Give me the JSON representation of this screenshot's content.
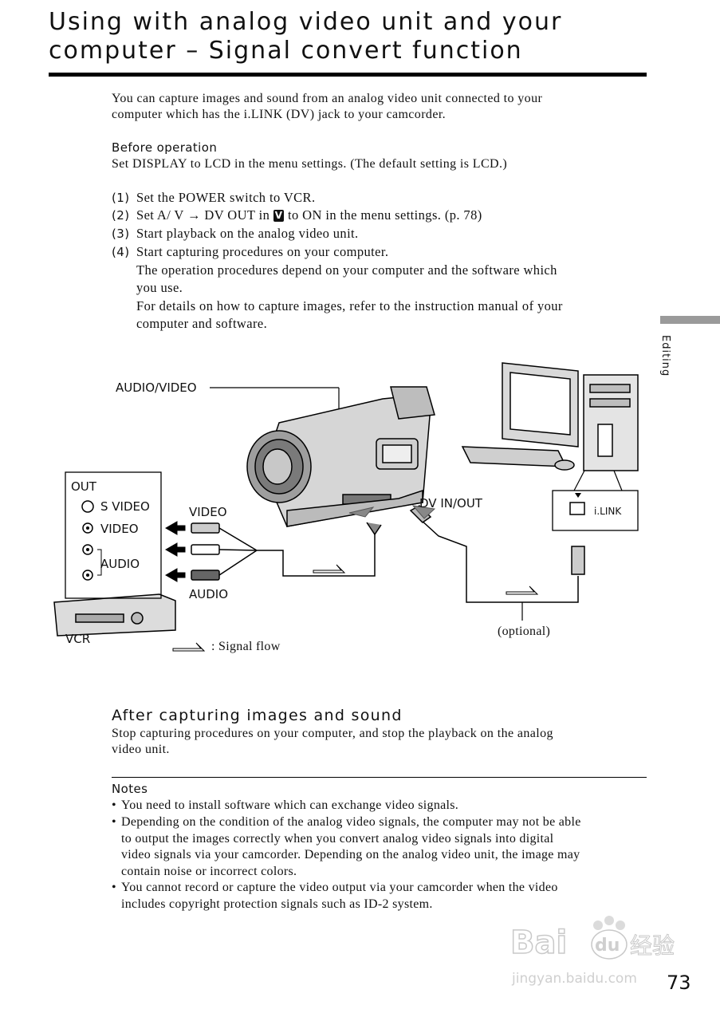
{
  "title": {
    "line1": "Using with analog video unit and your",
    "line2": "computer – Signal convert function"
  },
  "intro": {
    "line1": "You can capture images and sound from an analog video unit connected to your",
    "line2": "computer which has the i.LINK (DV) jack to your camcorder."
  },
  "before_operation": {
    "heading": "Before operation",
    "text": "Set DISPLAY to LCD in the menu settings. (The default setting is LCD.)"
  },
  "steps": [
    {
      "num": "(1)",
      "text": "Set the POWER switch to VCR."
    },
    {
      "num": "(2)",
      "text_pre": "Set A/ V",
      "arrow": "→",
      "text_mid": "DV OUT in",
      "icon_label": "V",
      "text_post": "to ON in the menu settings. (p. 78)"
    },
    {
      "num": "(3)",
      "text": "Start playback on the analog video unit."
    },
    {
      "num": "(4)",
      "lines": [
        "Start capturing procedures on your computer.",
        "The operation procedures depend on your computer and the software which",
        "you use.",
        "For details on how to capture images, refer to the instruction manual of your",
        "computer and software."
      ]
    }
  ],
  "side_tab": {
    "label": "Editing",
    "color": "#9a9a9a"
  },
  "diagram": {
    "audio_video": "AUDIO/VIDEO",
    "out": "OUT",
    "s_video": "S VIDEO",
    "video_jack": "VIDEO",
    "audio_jack": "AUDIO",
    "vcr": "VCR",
    "cable_video": "VIDEO",
    "cable_audio": "AUDIO",
    "dv_in_out": "DV IN/OUT",
    "ilink": "i.LINK",
    "optional": "(optional)",
    "signal_flow": ": Signal flow"
  },
  "after": {
    "heading": "After capturing images and sound",
    "line1": "Stop capturing procedures on your computer, and stop the playback on the analog",
    "line2": "video unit."
  },
  "notes": {
    "heading": "Notes",
    "items": [
      {
        "lines": [
          "You need to install software which can exchange video signals."
        ]
      },
      {
        "lines": [
          "Depending on the condition of the analog video signals, the computer may not be able",
          "to output the images correctly when you convert analog video signals into digital",
          "video signals via your camcorder. Depending on the analog video unit, the image may",
          "contain noise or incorrect colors."
        ]
      },
      {
        "lines": [
          "You cannot record or capture the video output via your camcorder when the video",
          "includes copyright protection signals such as ID-2 system."
        ]
      }
    ]
  },
  "page_number": "73",
  "watermark": {
    "line1": "Bai",
    "paw": "du",
    "cn": "经验",
    "url": "jingyan.baidu.com"
  }
}
